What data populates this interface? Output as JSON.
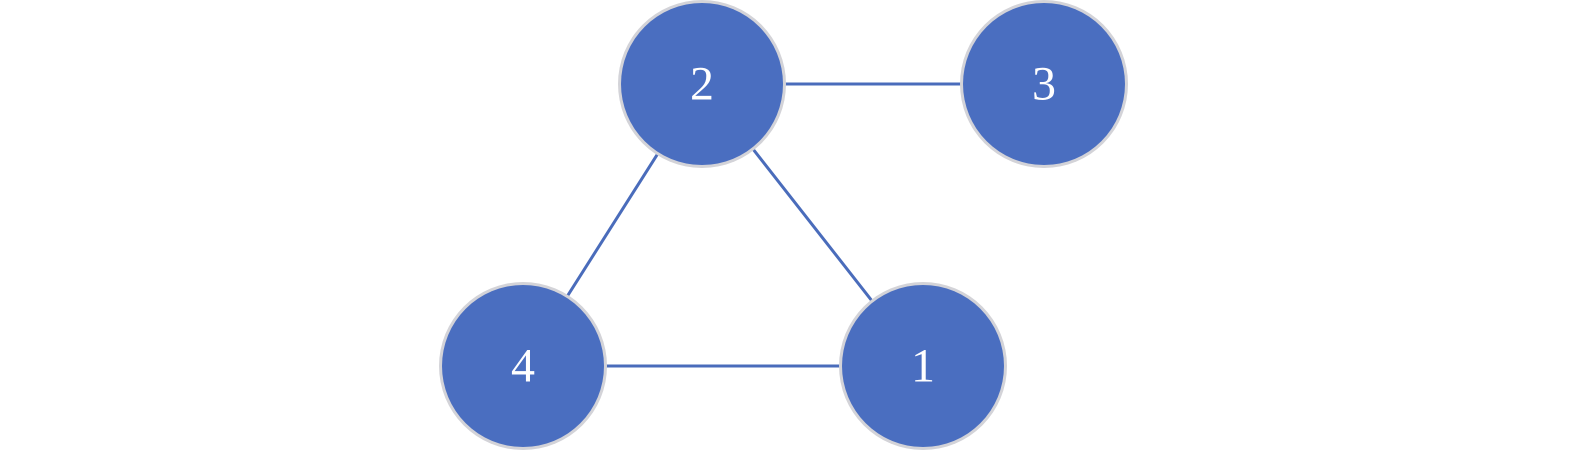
{
  "graph": {
    "nodes": [
      {
        "id": "1",
        "label": "1"
      },
      {
        "id": "2",
        "label": "2"
      },
      {
        "id": "3",
        "label": "3"
      },
      {
        "id": "4",
        "label": "4"
      }
    ],
    "edges": [
      {
        "from": "2",
        "to": "3"
      },
      {
        "from": "2",
        "to": "4"
      },
      {
        "from": "2",
        "to": "1"
      },
      {
        "from": "4",
        "to": "1"
      }
    ],
    "colors": {
      "node_fill": "#4A6EC0",
      "node_outline": "#D3D3D8",
      "edge": "#4A6CBB",
      "label": "#FFFFFF",
      "background": "#FFFFFF"
    }
  }
}
